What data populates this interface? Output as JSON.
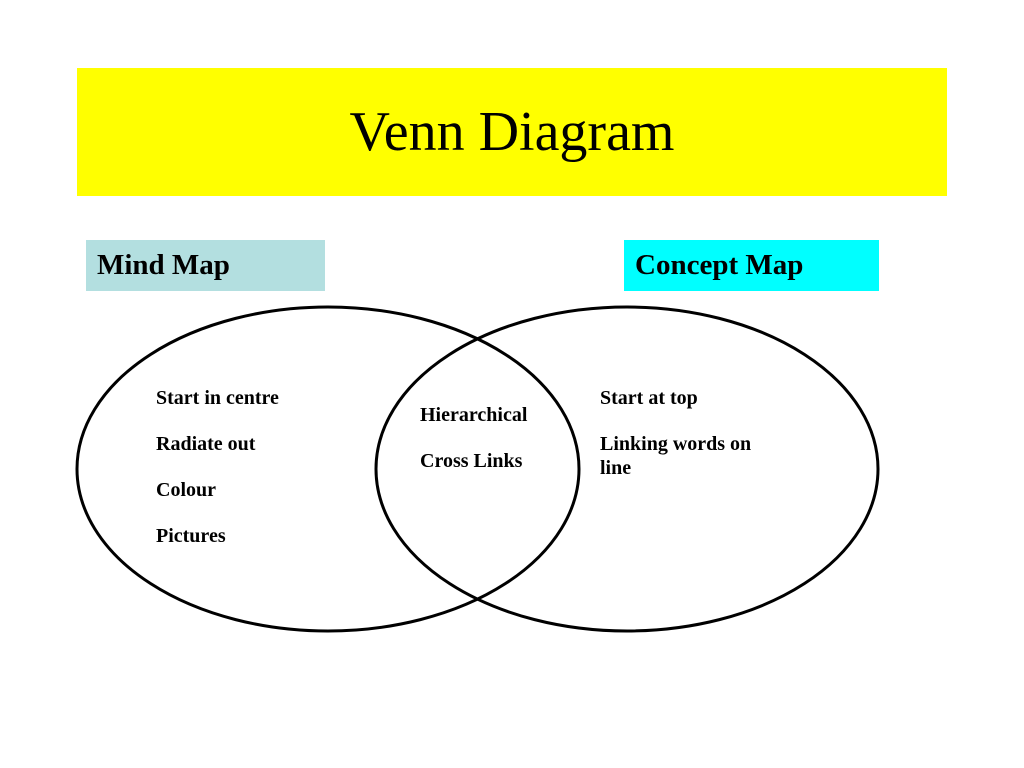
{
  "title": "Venn Diagram",
  "colors": {
    "title_background": "#ffff00",
    "mind_map_label_background": "#b3dfe0",
    "concept_map_label_background": "#00ffff",
    "outline": "#000000"
  },
  "sets": {
    "left": {
      "label": "Mind Map",
      "items": [
        "Start in centre",
        "Radiate out",
        "Colour",
        "Pictures"
      ]
    },
    "overlap": {
      "items": [
        "Hierarchical",
        "Cross Links"
      ]
    },
    "right": {
      "label": "Concept Map",
      "items": [
        "Start at top",
        "Linking words on line"
      ]
    }
  }
}
